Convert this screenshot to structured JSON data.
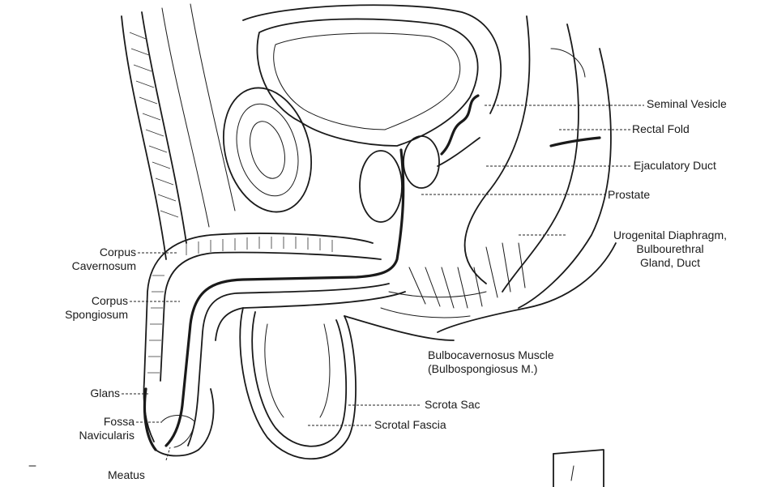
{
  "labels": {
    "seminal_vesicle": "Seminal Vesicle",
    "rectal_fold": "Rectal Fold",
    "ejaculatory_duct": "Ejaculatory Duct",
    "prostate": "Prostate",
    "urogenital_1": "Urogenital Diaphragm,",
    "urogenital_2": "Bulbourethral",
    "urogenital_3": "Gland, Duct",
    "corpus_cav_1": "Corpus",
    "corpus_cav_2": "Cavernosum",
    "corpus_spon_1": "Corpus",
    "corpus_spon_2": "Spongiosum",
    "bulbo_1": "Bulbocavernosus Muscle",
    "bulbo_2": "(Bulbospongiosus M.)",
    "glans": "Glans",
    "fossa_1": "Fossa",
    "fossa_2": "Navicularis",
    "scrotal_sac": "Scrota  Sac",
    "scrotal_fascia": "Scrotal Fascia",
    "meatus": "Meatus"
  }
}
